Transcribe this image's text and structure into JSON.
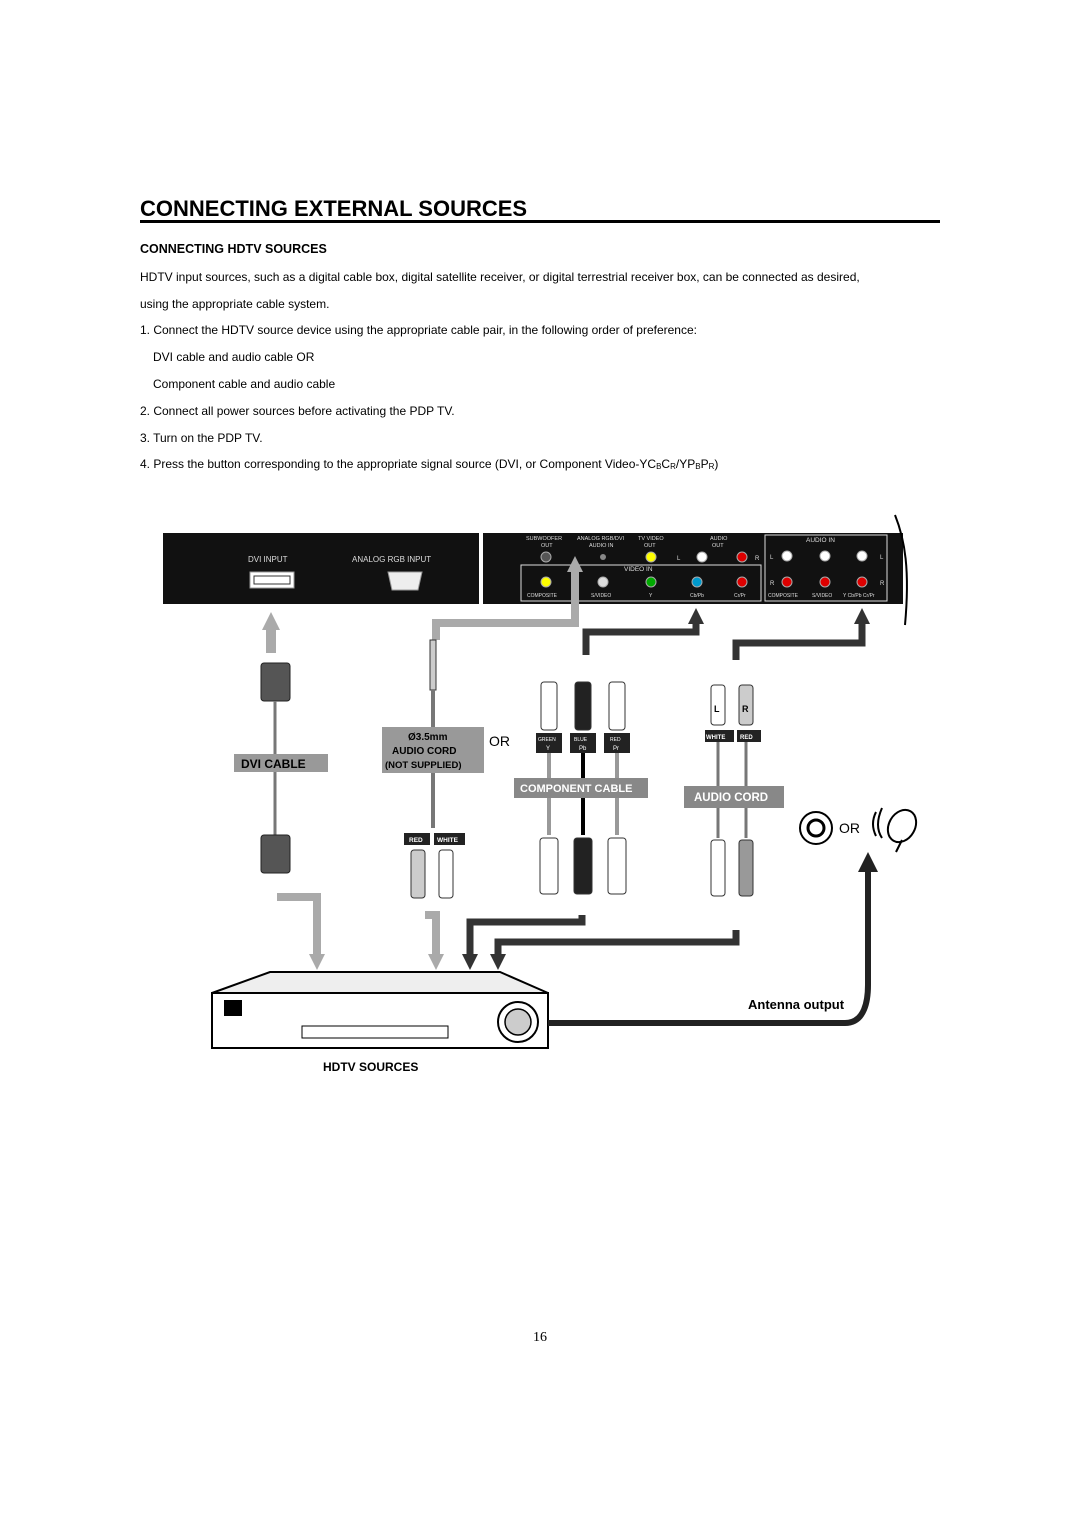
{
  "page": {
    "title": "CONNECTING EXTERNAL SOURCES",
    "subheading": "CONNECTING HDTV SOURCES",
    "intro_line1": "HDTV input sources, such as a digital cable box, digital satellite receiver, or digital terrestrial receiver box, can be connected as desired,",
    "intro_line2": "using the appropriate cable system.",
    "step1": "1. Connect the HDTV source device using the appropriate cable pair, in the following order of preference:",
    "step1_opt1": "DVI cable and audio cable OR",
    "step1_opt2": "Component cable and audio cable",
    "step2": "2. Connect all power sources before activating the PDP TV.",
    "step3": "3. Turn on the PDP TV.",
    "step4_prefix": "4. Press the button corresponding to the appropriate signal source (DVI, or Component Video-YC",
    "step4_sub_b": "B",
    "step4_c": "C",
    "step4_sub_r": "R",
    "step4_yp": "/YP",
    "step4_sub_b2": "B",
    "step4_p": "P",
    "step4_sub_r2": "R",
    "step4_suffix": ")",
    "page_number": "16"
  },
  "diagram": {
    "dvi_input": "DVI INPUT",
    "analog_rgb_input": "ANALOG RGB INPUT",
    "subwoofer_out_1": "SUBWOOFER",
    "subwoofer_out_2": "OUT",
    "analog_rgb_dvi_1": "ANALOG RGB/DVI",
    "analog_rgb_dvi_2": "AUDIO IN",
    "tv_video_1": "TV VIDEO",
    "tv_video_2": "OUT",
    "audio_out_1": "AUDIO",
    "audio_out_2": "OUT",
    "audio_in": "AUDIO IN",
    "video_in": "VIDEO IN",
    "composite": "COMPOSITE",
    "s_video": "S/VIDEO",
    "y": "Y",
    "cb_pb": "Cb/Pb",
    "cr_pr": "Cr/Pr",
    "composite_2": "COMPOSITE",
    "s_video_2": "S/VIDEO",
    "y_cb_cr": "Y Cb/Pb Cr/Pr",
    "l": "L",
    "r": "R",
    "dvi_cable": "DVI CABLE",
    "audio_cord_size": "Ø3.5mm",
    "audio_cord_label": "AUDIO CORD",
    "not_supplied": "(NOT SUPPLIED)",
    "or": "OR",
    "green": "GREEN",
    "blue": "BLUE",
    "red": "RED",
    "y_label": "Y",
    "pb_label": "Pb",
    "pr_label": "Pr",
    "component_cable": "COMPONENT CABLE",
    "white": "WHITE",
    "audio_cord": "AUDIO CORD",
    "plug_l": "L",
    "plug_r": "R",
    "red_tag": "RED",
    "white_tag": "WHITE",
    "antenna_output": "Antenna output",
    "hdtv_sources": "HDTV SOURCES"
  }
}
